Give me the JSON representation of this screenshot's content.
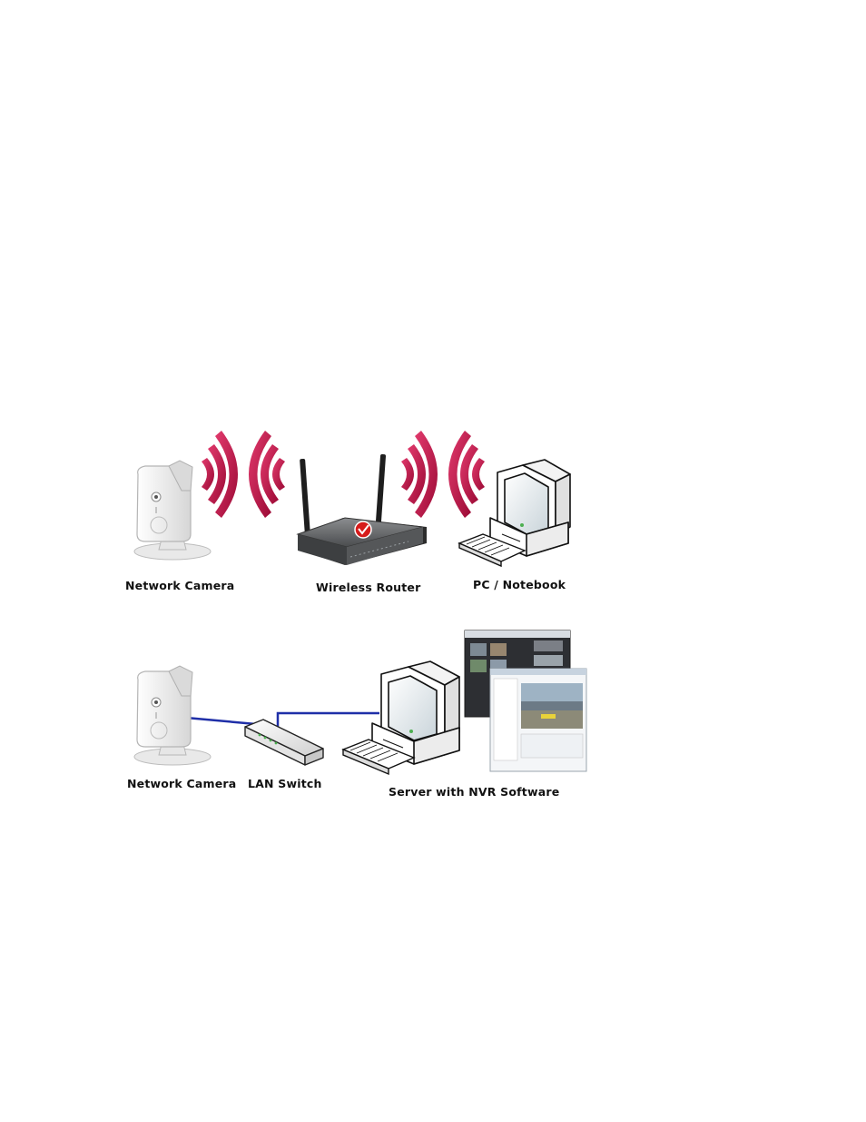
{
  "colors": {
    "wave": "#c8104a",
    "cable": "#1f2fa8",
    "device_white": "#f2f2f2",
    "router_body": "#6e7072",
    "label": "#111111"
  },
  "icons": [
    "network-camera-icon",
    "wireless-signal-icon",
    "wireless-router-icon",
    "pc-icon",
    "keyboard-icon",
    "lan-switch-icon",
    "server-icon",
    "nvr-software-screenshot"
  ],
  "wireless_setup": {
    "camera_label": "Network Camera",
    "router_label": "Wireless Router",
    "pc_label": "PC / Notebook"
  },
  "wired_setup": {
    "camera_label": "Network Camera",
    "switch_label": "LAN Switch",
    "server_label": "Server with NVR Software"
  }
}
